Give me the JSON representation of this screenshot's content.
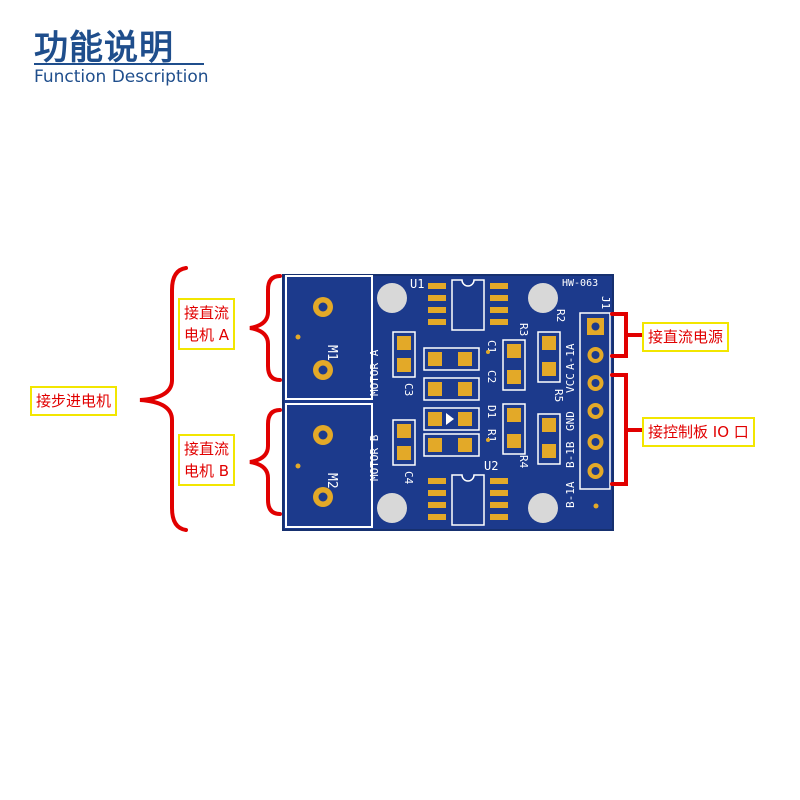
{
  "header": {
    "title": "功能说明",
    "subtitle": "Function Description"
  },
  "colors": {
    "title": "#1f4e8c",
    "pcb": "#1c3a8c",
    "silkscreen": "#ffffff",
    "pad": "#e3a928",
    "annotation": "#e10000",
    "label_border": "#f2e600"
  },
  "labels": {
    "stepper": "接步进电机",
    "motor_a_line1": "接直流",
    "motor_a_line2": "电机 A",
    "motor_b_line1": "接直流",
    "motor_b_line2": "电机 B",
    "power": "接直流电源",
    "io": "接控制板 IO 口"
  },
  "silk": {
    "board_id": "HW-063",
    "m1": "M1",
    "m2": "M2",
    "motor_a": "MOTOR A",
    "motor_b": "MOTOR B",
    "u1": "U1",
    "u2": "U2",
    "j1": "J1",
    "c1": "C1",
    "c2": "C2",
    "c3": "C3",
    "c4": "C4",
    "r1": "R1",
    "r2": "R2",
    "r3": "R3",
    "r4": "R4",
    "r5": "R5",
    "d1": "D1",
    "pins": [
      "VCC",
      "A-1A",
      "GND",
      "B-1B",
      "B-1A"
    ]
  }
}
